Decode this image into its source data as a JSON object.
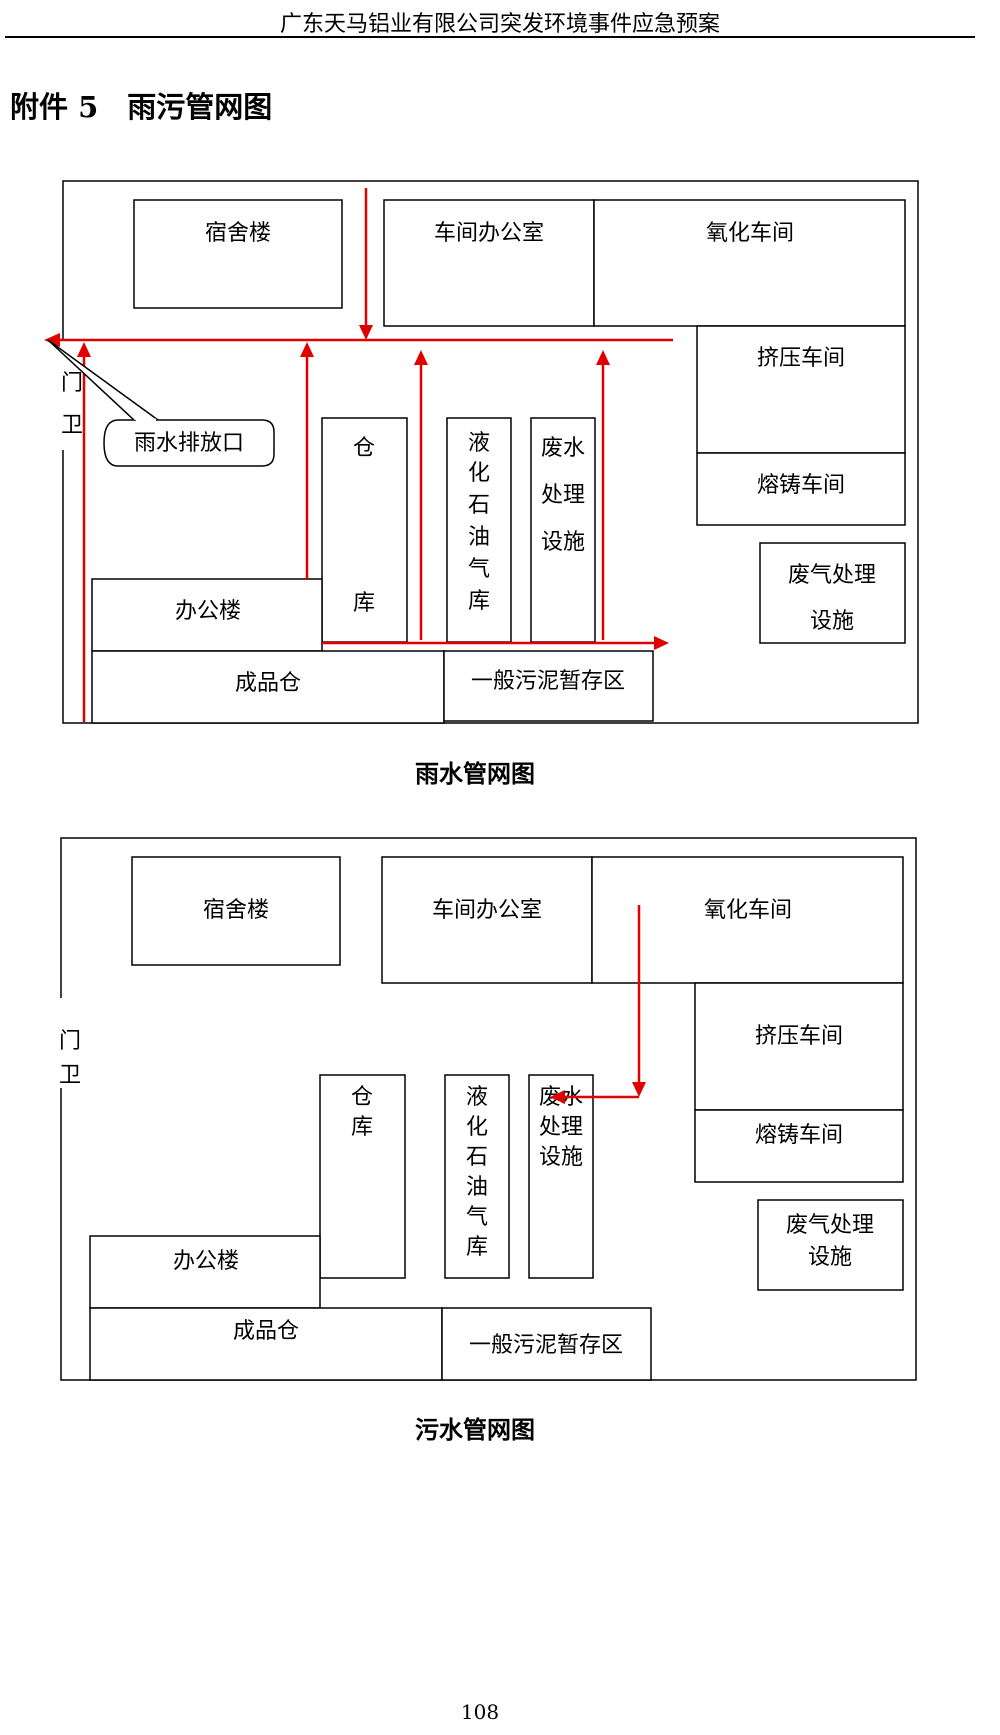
{
  "header": {
    "title": "广东天马铝业有限公司突发环境事件应急预案"
  },
  "section": {
    "title": "附件 5　雨污管网图"
  },
  "rain_map": {
    "caption": "雨水管网图",
    "labels": {
      "dorm": "宿舍楼",
      "workshop_office": "车间办公室",
      "oxidation": "氧化车间",
      "extrusion": "挤压车间",
      "casting": "熔铸车间",
      "waste_gas": [
        "废气处理",
        "设施"
      ],
      "warehouse": [
        "仓",
        "库"
      ],
      "lpg": [
        "液",
        "化",
        "石",
        "油",
        "气",
        "库"
      ],
      "wastewater": [
        "废水",
        "处理",
        "设施"
      ],
      "office": "办公楼",
      "finished": "成品仓",
      "sludge": "一般污泥暂存区",
      "gate": [
        "门",
        "卫"
      ],
      "outlet": "雨水排放口"
    },
    "pipe_color": "#e00000"
  },
  "sewage_map": {
    "caption": "污水管网图",
    "labels": {
      "dorm": "宿舍楼",
      "workshop_office": "车间办公室",
      "oxidation": "氧化车间",
      "extrusion": "挤压车间",
      "casting": "熔铸车间",
      "waste_gas": [
        "废气处理",
        "设施"
      ],
      "warehouse": [
        "仓",
        "库"
      ],
      "lpg": [
        "液",
        "化",
        "石",
        "油",
        "气",
        "库"
      ],
      "wastewater": [
        "废水",
        "处理",
        "设施"
      ],
      "office": "办公楼",
      "finished": "成品仓",
      "sludge": "一般污泥暂存区",
      "gate": [
        "门",
        "卫"
      ]
    },
    "pipe_color": "#e00000"
  },
  "footer": {
    "page_number": "108"
  }
}
